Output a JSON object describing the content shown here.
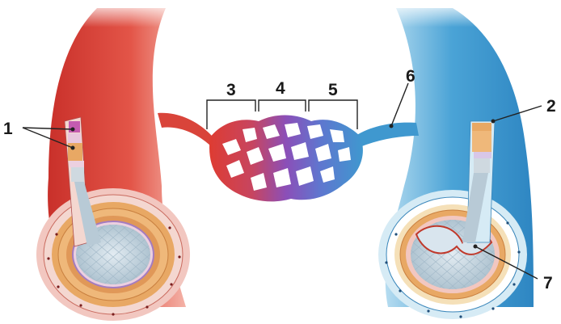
{
  "labels": {
    "l1": "1",
    "l2": "2",
    "l3": "3",
    "l4": "4",
    "l5": "5",
    "l6": "6",
    "l7": "7"
  },
  "colors": {
    "artery": "#d9443a",
    "vein": "#3f98cf",
    "capillary_mid": "#8b4fb8",
    "smooth_muscle": "#e8a864",
    "lumen": "#c4d3dd"
  }
}
